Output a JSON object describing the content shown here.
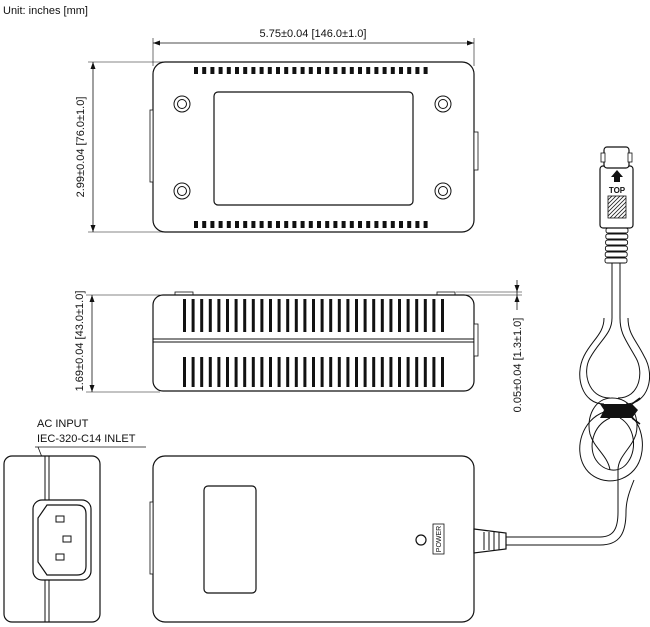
{
  "unit_note": "Unit: inches [mm]",
  "dimensions": {
    "width": "5.75±0.04 [146.0±1.0]",
    "depth": "2.99±0.04 [76.0±1.0]",
    "height": "1.69±0.04 [43.0±1.0]",
    "foot": "0.05±0.04 [1.3±1.0]"
  },
  "ac_input": {
    "line1": "AC INPUT",
    "line2": "IEC-320-C14 INLET"
  },
  "power_label": "POWER",
  "connector_label": "TOP"
}
